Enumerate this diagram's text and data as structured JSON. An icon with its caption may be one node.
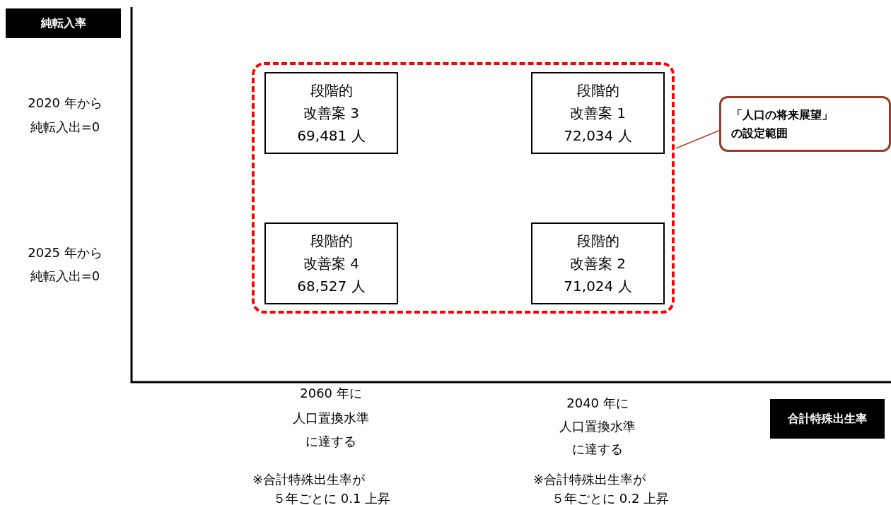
{
  "diagram": {
    "nodes": [
      {
        "text": [],
        "shape": "box"
      },
      {
        "text": [
          "段階的",
          "改善案 3",
          "69,481 人"
        ],
        "in": 0
      },
      {
        "text": [
          "段階的",
          "改善案 1",
          "72,034 人"
        ],
        "in": 0
      },
      {
        "text": [
          "段階的",
          "改善案 4",
          "68,527 人"
        ],
        "in": 0
      },
      {
        "text": [
          "段階的",
          "改善案 2",
          "71,024 人"
        ],
        "in": 0
      },
      {
        "text": [
          "「人口の将来展望」",
          "の設定範囲"
        ]
      },
      {
        "text": [
          "純転入率"
        ]
      },
      {
        "text": [
          "合計特殊出生率"
        ]
      }
    ],
    "edges": [
      {
        "from": 5,
        "to": 0,
        "arrow": "none",
        "color": "#b5442a"
      }
    ],
    "labels": [
      "2020 年から",
      "純転入出=0",
      "2025 年から",
      "純転入出=0",
      "2060 年に",
      "人口置換水準",
      "に達する",
      "2040 年に",
      "人口置換水準",
      "に達する",
      "※合計特殊出生率が",
      "５年ごとに 0.1 上昇",
      "※合計特殊出生率が",
      "５年ごとに 0.2 上昇"
    ]
  }
}
